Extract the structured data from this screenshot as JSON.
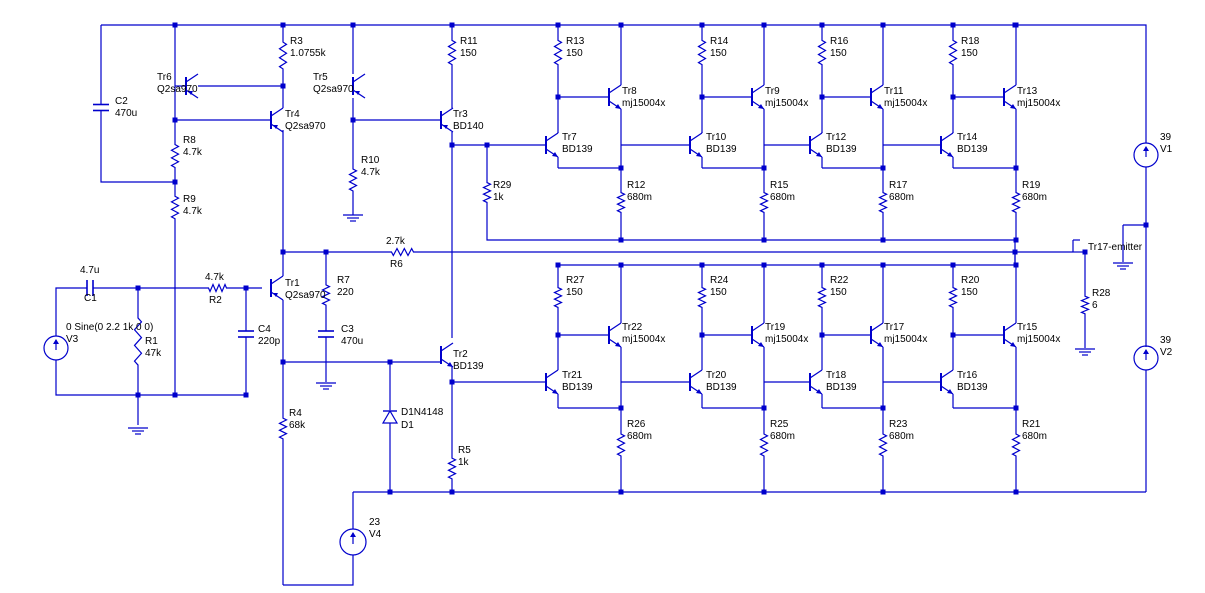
{
  "colors": {
    "wire": "#0000cc",
    "junction": "#0000cc",
    "text": "#000000",
    "background": "#ffffff"
  },
  "net_label": "Tr17-emitter",
  "resistors": [
    {
      "ref": "R3",
      "value": "1.0755k"
    },
    {
      "ref": "R11",
      "value": "150"
    },
    {
      "ref": "R13",
      "value": "150"
    },
    {
      "ref": "R14",
      "value": "150"
    },
    {
      "ref": "R16",
      "value": "150"
    },
    {
      "ref": "R18",
      "value": "150"
    },
    {
      "ref": "R8",
      "value": "4.7k"
    },
    {
      "ref": "R9",
      "value": "4.7k"
    },
    {
      "ref": "R10",
      "value": "4.7k"
    },
    {
      "ref": "R12",
      "value": "680m"
    },
    {
      "ref": "R15",
      "value": "680m"
    },
    {
      "ref": "R17",
      "value": "680m"
    },
    {
      "ref": "R19",
      "value": "680m"
    },
    {
      "ref": "R29",
      "value": "1k"
    },
    {
      "ref": "R6",
      "value": "2.7k"
    },
    {
      "ref": "R2",
      "value": "4.7k"
    },
    {
      "ref": "R1",
      "value": "47k"
    },
    {
      "ref": "R7",
      "value": "220"
    },
    {
      "ref": "R27",
      "value": "150"
    },
    {
      "ref": "R24",
      "value": "150"
    },
    {
      "ref": "R22",
      "value": "150"
    },
    {
      "ref": "R20",
      "value": "150"
    },
    {
      "ref": "R28",
      "value": "6"
    },
    {
      "ref": "R4",
      "value": "68k"
    },
    {
      "ref": "R5",
      "value": "1k"
    },
    {
      "ref": "R26",
      "value": "680m"
    },
    {
      "ref": "R25",
      "value": "680m"
    },
    {
      "ref": "R23",
      "value": "680m"
    },
    {
      "ref": "R21",
      "value": "680m"
    }
  ],
  "capacitors": [
    {
      "ref": "C2",
      "value": "470u"
    },
    {
      "ref": "C1",
      "value": "4.7u"
    },
    {
      "ref": "C4",
      "value": "220p"
    },
    {
      "ref": "C3",
      "value": "470u"
    }
  ],
  "transistors": [
    {
      "ref": "Tr6",
      "model": "Q2sa970"
    },
    {
      "ref": "Tr4",
      "model": "Q2sa970"
    },
    {
      "ref": "Tr5",
      "model": "Q2sa970"
    },
    {
      "ref": "Tr3",
      "model": "BD140"
    },
    {
      "ref": "Tr7",
      "model": "BD139"
    },
    {
      "ref": "Tr8",
      "model": "mj15004x"
    },
    {
      "ref": "Tr10",
      "model": "BD139"
    },
    {
      "ref": "Tr9",
      "model": "mj15004x"
    },
    {
      "ref": "Tr12",
      "model": "BD139"
    },
    {
      "ref": "Tr11",
      "model": "mj15004x"
    },
    {
      "ref": "Tr14",
      "model": "BD139"
    },
    {
      "ref": "Tr13",
      "model": "mj15004x"
    },
    {
      "ref": "Tr1",
      "model": "Q2sa970"
    },
    {
      "ref": "Tr2",
      "model": "BD139"
    },
    {
      "ref": "Tr21",
      "model": "BD139"
    },
    {
      "ref": "Tr22",
      "model": "mj15004x"
    },
    {
      "ref": "Tr20",
      "model": "BD139"
    },
    {
      "ref": "Tr19",
      "model": "mj15004x"
    },
    {
      "ref": "Tr18",
      "model": "BD139"
    },
    {
      "ref": "Tr17",
      "model": "mj15004x"
    },
    {
      "ref": "Tr16",
      "model": "BD139"
    },
    {
      "ref": "Tr15",
      "model": "mj15004x"
    }
  ],
  "diodes": [
    {
      "ref": "D1",
      "model": "D1N4148"
    }
  ],
  "sources": [
    {
      "ref": "V1",
      "value": "39"
    },
    {
      "ref": "V2",
      "value": "39"
    },
    {
      "ref": "V3",
      "value": "0 Sine(0 2.2 1k 0 0)"
    },
    {
      "ref": "V4",
      "value": "23"
    }
  ]
}
